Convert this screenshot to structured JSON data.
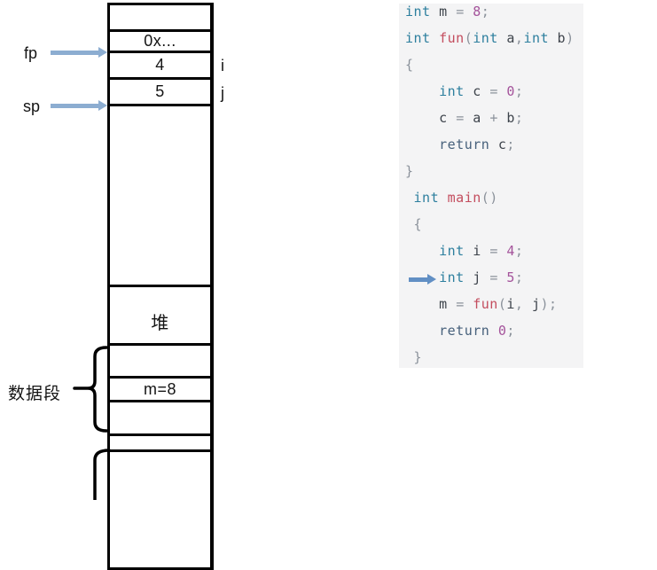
{
  "colors": {
    "keyword": "#2d7f9e",
    "return_keyword": "#46607b",
    "function": "#c34d5e",
    "number": "#a4539b",
    "operator": "#8b929b",
    "plain": "#3d434b",
    "code_bg": "#f4f4f5",
    "pointer_arrow": "#8cadd1",
    "marker_arrow": "#618fc4",
    "line": "#000000"
  },
  "diagram": {
    "stack_cells": [
      {
        "label": ""
      },
      {
        "label": "0x..."
      },
      {
        "label": "4"
      },
      {
        "label": "5"
      },
      {
        "label": ""
      },
      {
        "label": "堆"
      },
      {
        "label": ""
      },
      {
        "label": "m=8"
      },
      {
        "label": ""
      },
      {
        "label": ""
      },
      {
        "label": ""
      }
    ],
    "pointers": [
      {
        "label": "fp"
      },
      {
        "label": "sp"
      }
    ],
    "side_labels": [
      {
        "text": "i"
      },
      {
        "text": "j"
      }
    ],
    "data_segment": {
      "label": "数据段"
    }
  },
  "code": {
    "lines": [
      {
        "tokens": [
          {
            "c": "k",
            "t": "int"
          },
          {
            "c": "p",
            "t": " m "
          },
          {
            "c": "o",
            "t": "= "
          },
          {
            "c": "n",
            "t": "8"
          },
          {
            "c": "o",
            "t": ";"
          }
        ]
      },
      {
        "tokens": [
          {
            "c": "k",
            "t": "int"
          },
          {
            "c": "p",
            "t": " "
          },
          {
            "c": "f",
            "t": "fun"
          },
          {
            "c": "o",
            "t": "("
          },
          {
            "c": "k",
            "t": "int"
          },
          {
            "c": "p",
            "t": " a"
          },
          {
            "c": "o",
            "t": ","
          },
          {
            "c": "k",
            "t": "int"
          },
          {
            "c": "p",
            "t": " b"
          },
          {
            "c": "o",
            "t": ")"
          }
        ]
      },
      {
        "tokens": [
          {
            "c": "o",
            "t": "{"
          }
        ]
      },
      {
        "tokens": [
          {
            "c": "p",
            "t": "    "
          },
          {
            "c": "k",
            "t": "int"
          },
          {
            "c": "p",
            "t": " c "
          },
          {
            "c": "o",
            "t": "= "
          },
          {
            "c": "n",
            "t": "0"
          },
          {
            "c": "o",
            "t": ";"
          }
        ]
      },
      {
        "tokens": [
          {
            "c": "p",
            "t": "    c "
          },
          {
            "c": "o",
            "t": "= "
          },
          {
            "c": "p",
            "t": "a "
          },
          {
            "c": "o",
            "t": "+ "
          },
          {
            "c": "p",
            "t": "b"
          },
          {
            "c": "o",
            "t": ";"
          }
        ]
      },
      {
        "tokens": [
          {
            "c": "p",
            "t": "    "
          },
          {
            "c": "r",
            "t": "return"
          },
          {
            "c": "p",
            "t": " c"
          },
          {
            "c": "o",
            "t": ";"
          }
        ]
      },
      {
        "tokens": [
          {
            "c": "o",
            "t": "}"
          }
        ]
      },
      {
        "tokens": [
          {
            "c": "p",
            "t": " "
          },
          {
            "c": "k",
            "t": "int"
          },
          {
            "c": "p",
            "t": " "
          },
          {
            "c": "f",
            "t": "main"
          },
          {
            "c": "o",
            "t": "()"
          }
        ]
      },
      {
        "tokens": [
          {
            "c": "p",
            "t": " "
          },
          {
            "c": "o",
            "t": "{"
          }
        ]
      },
      {
        "tokens": [
          {
            "c": "p",
            "t": "    "
          },
          {
            "c": "k",
            "t": "int"
          },
          {
            "c": "p",
            "t": " i "
          },
          {
            "c": "o",
            "t": "= "
          },
          {
            "c": "n",
            "t": "4"
          },
          {
            "c": "o",
            "t": ";"
          }
        ]
      },
      {
        "tokens": [
          {
            "c": "p",
            "t": "    "
          },
          {
            "c": "k",
            "t": "int"
          },
          {
            "c": "p",
            "t": " j "
          },
          {
            "c": "o",
            "t": "= "
          },
          {
            "c": "n",
            "t": "5"
          },
          {
            "c": "o",
            "t": ";"
          }
        ],
        "marker": true
      },
      {
        "tokens": [
          {
            "c": "p",
            "t": "    m "
          },
          {
            "c": "o",
            "t": "= "
          },
          {
            "c": "f",
            "t": "fun"
          },
          {
            "c": "o",
            "t": "("
          },
          {
            "c": "p",
            "t": "i"
          },
          {
            "c": "o",
            "t": ", "
          },
          {
            "c": "p",
            "t": "j"
          },
          {
            "c": "o",
            "t": ")"
          },
          {
            "c": "o",
            "t": ";"
          }
        ]
      },
      {
        "tokens": [
          {
            "c": "p",
            "t": "    "
          },
          {
            "c": "r",
            "t": "return"
          },
          {
            "c": "p",
            "t": " "
          },
          {
            "c": "n",
            "t": "0"
          },
          {
            "c": "o",
            "t": ";"
          }
        ]
      },
      {
        "tokens": [
          {
            "c": "p",
            "t": " "
          },
          {
            "c": "o",
            "t": "}"
          }
        ]
      }
    ]
  }
}
